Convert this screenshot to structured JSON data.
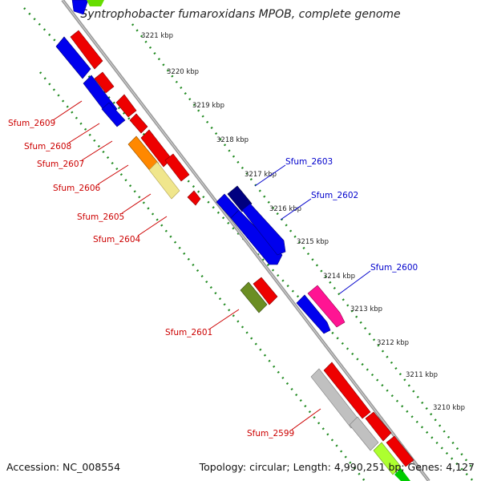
{
  "title": "Syntrophobacter fumaroxidans MPOB, complete genome",
  "footer": {
    "accession": "Accession: NC_008554",
    "topology": "Topology: circular; Length: 4,990,251 bp; Genes: 4,127"
  },
  "colors": {
    "backbone": "#999999",
    "ticks": "#228b22",
    "reverse_label": "#cc0000",
    "forward_label": "#0000cc"
  },
  "kbp_labels": [
    "3221 kbp",
    "3220 kbp",
    "3219 kbp",
    "3218 kbp",
    "3217 kbp",
    "3216 kbp",
    "3215 kbp",
    "3214 kbp",
    "3213 kbp",
    "3212 kbp",
    "3211 kbp",
    "3210 kbp"
  ],
  "gene_labels": {
    "left": [
      "Sfum_2609",
      "Sfum_2608",
      "Sfum_2607",
      "Sfum_2606",
      "Sfum_2605",
      "Sfum_2604",
      "Sfum_2601",
      "Sfum_2599"
    ],
    "right": [
      "Sfum_2603",
      "Sfum_2602",
      "Sfum_2600"
    ]
  }
}
